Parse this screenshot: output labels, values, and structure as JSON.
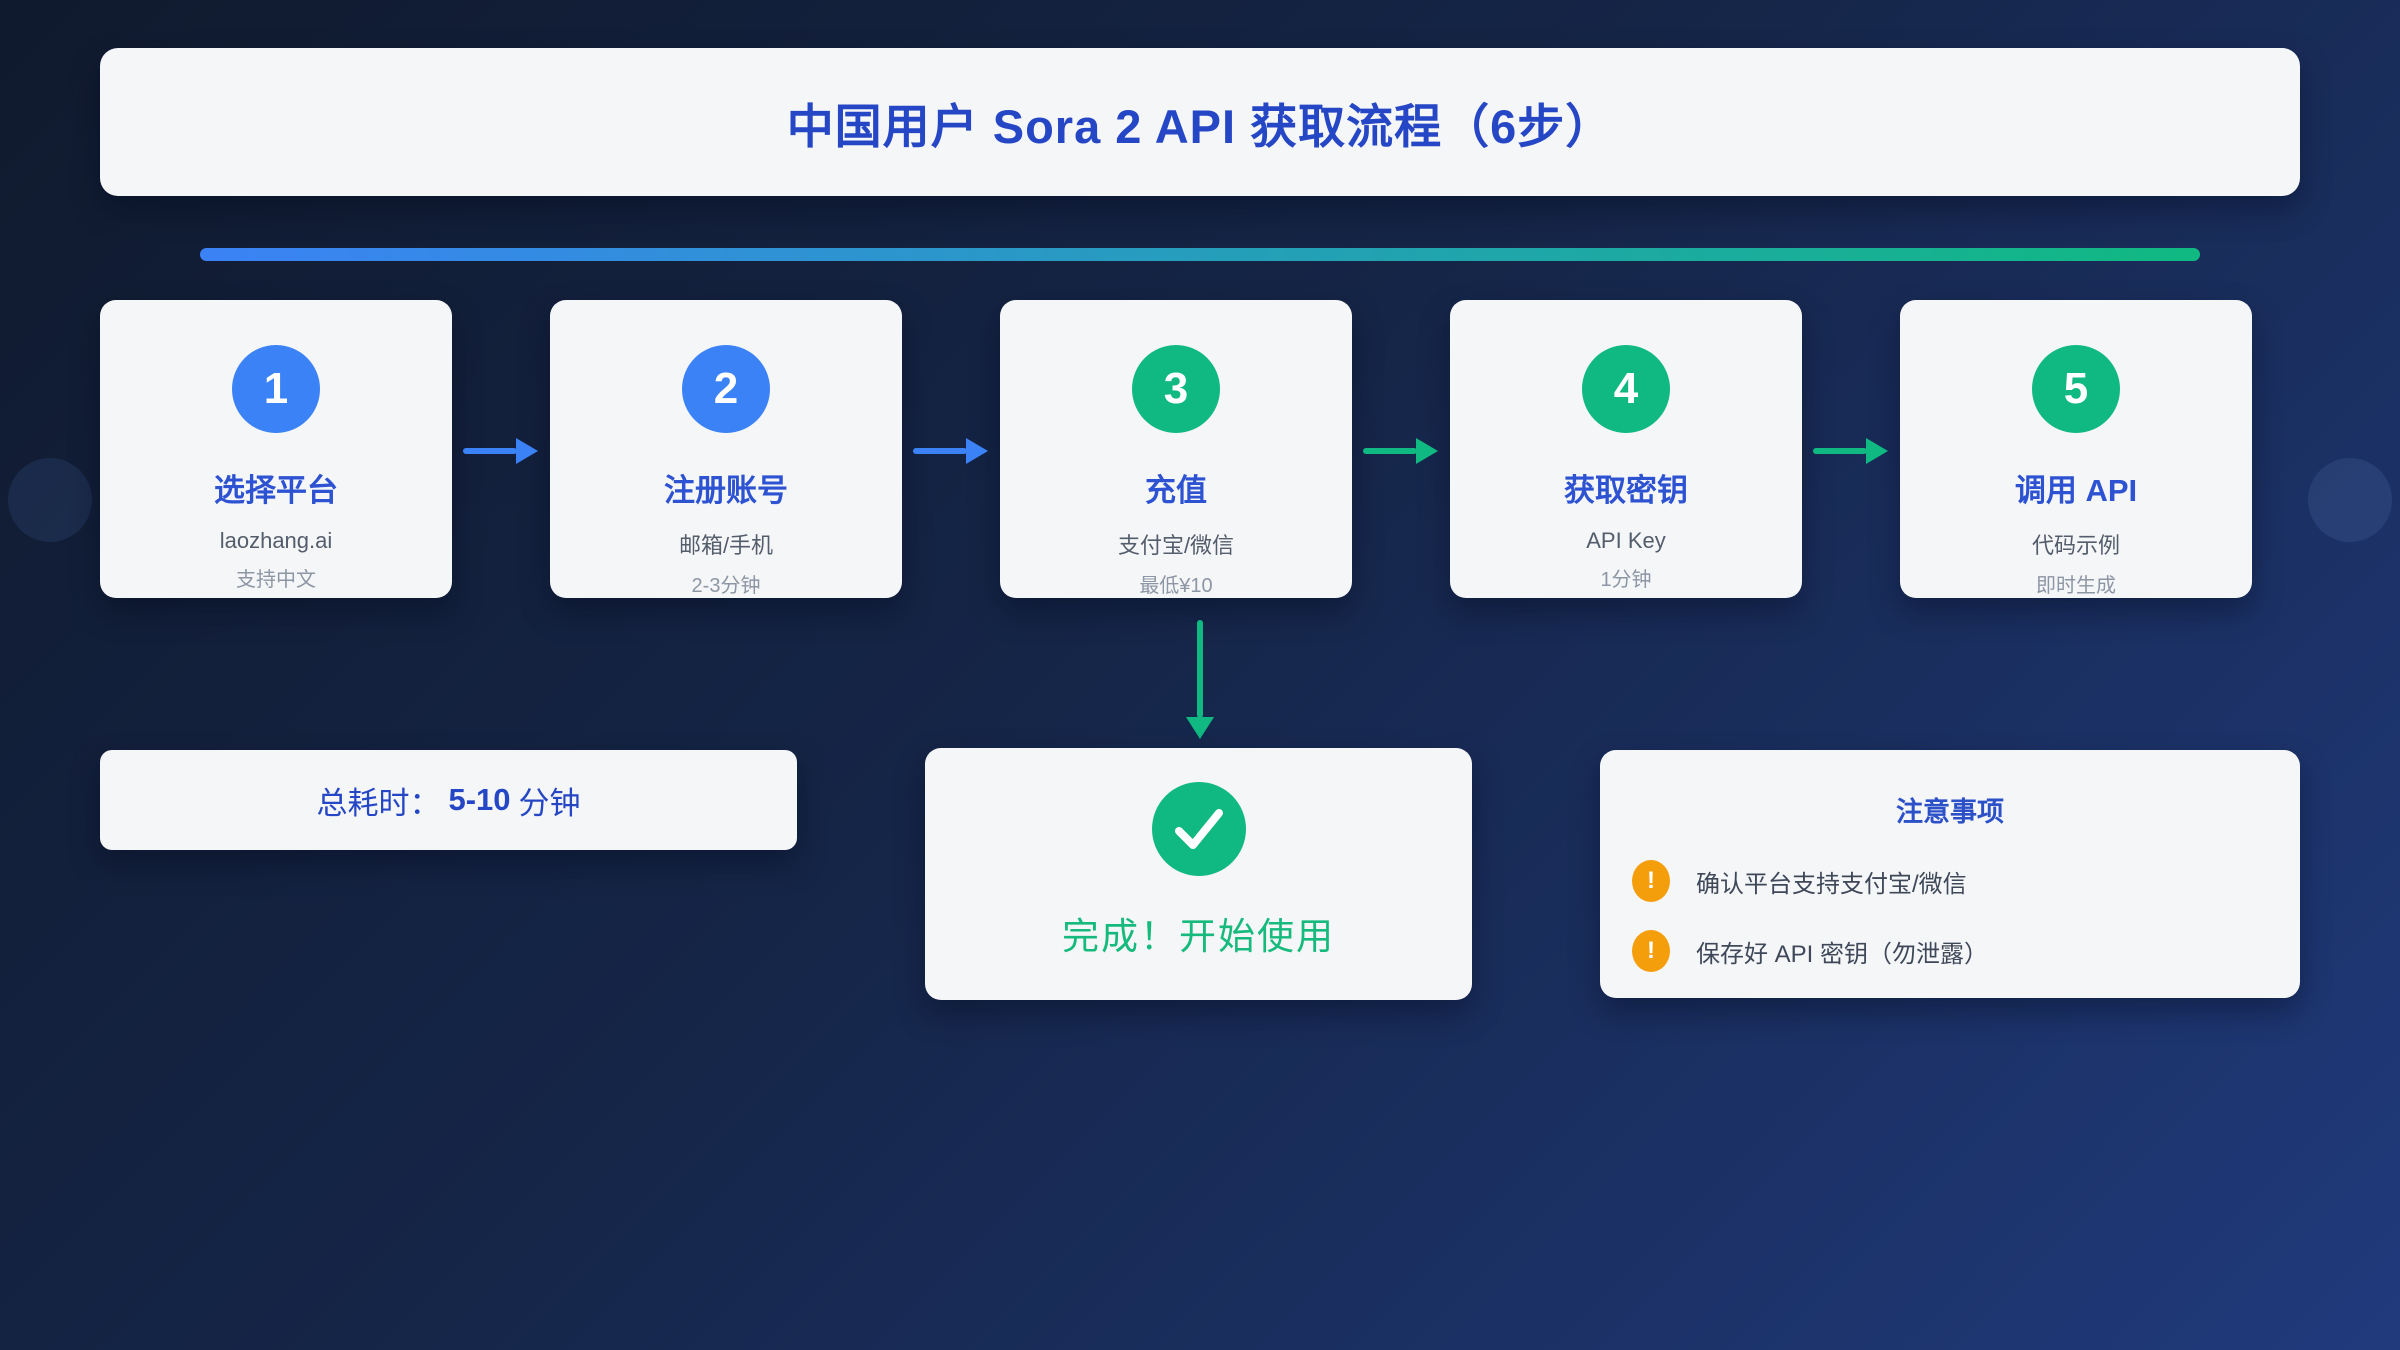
{
  "page": {
    "title": "中国用户 Sora 2 API 获取流程（6步）"
  },
  "colors": {
    "background_dark": "#101a2e",
    "background_light": "#203a7c",
    "card_bg": "#f5f6f8",
    "accent_blue": "#3b82f6",
    "accent_green": "#10b981",
    "title_blue": "#2647c5",
    "step_title_blue": "#2d52d2",
    "subtitle_gray": "#545d6c",
    "muted_gray": "#8d96a4",
    "note_text_gray": "#3e4859",
    "warning_orange": "#f59e0b",
    "success_green": "#16ba7c"
  },
  "progress_bar": {
    "gradient_from": "#3b82f6",
    "gradient_to": "#10b981"
  },
  "steps": [
    {
      "number": "1",
      "title": "选择平台",
      "line1": "laozhang.ai",
      "line2": "支持中文",
      "circle_style": "background:#3b82f6"
    },
    {
      "number": "2",
      "title": "注册账号",
      "line1": "邮箱/手机",
      "line2": "2-3分钟",
      "circle_style": "background:#3b82f6"
    },
    {
      "number": "3",
      "title": "充值",
      "line1": "支付宝/微信",
      "line2": "最低¥10",
      "circle_style": "background:#10b981"
    },
    {
      "number": "4",
      "title": "获取密钥",
      "line1": "API Key",
      "line2": "1分钟",
      "circle_style": "background:#10b981"
    },
    {
      "number": "5",
      "title": "调用 API",
      "line1": "代码示例",
      "line2": "即时生成",
      "circle_style": "background:#10b981"
    }
  ],
  "connectors": {
    "step1_to_2": "#3b82f6",
    "step2_to_3": "#3b82f6",
    "step3_to_4": "#10b981",
    "step4_to_5": "#10b981",
    "step3_to_done": "#10b981"
  },
  "total_time": {
    "prefix": "总耗时：",
    "value": "5-10",
    "suffix": "分钟"
  },
  "completion": {
    "label": "完成！开始使用"
  },
  "notes": {
    "title": "注意事项",
    "items": [
      {
        "text": "确认平台支持支付宝/微信"
      },
      {
        "text": "保存好 API 密钥（勿泄露）"
      }
    ]
  },
  "icons": {
    "check": "✓",
    "warning": "!"
  }
}
